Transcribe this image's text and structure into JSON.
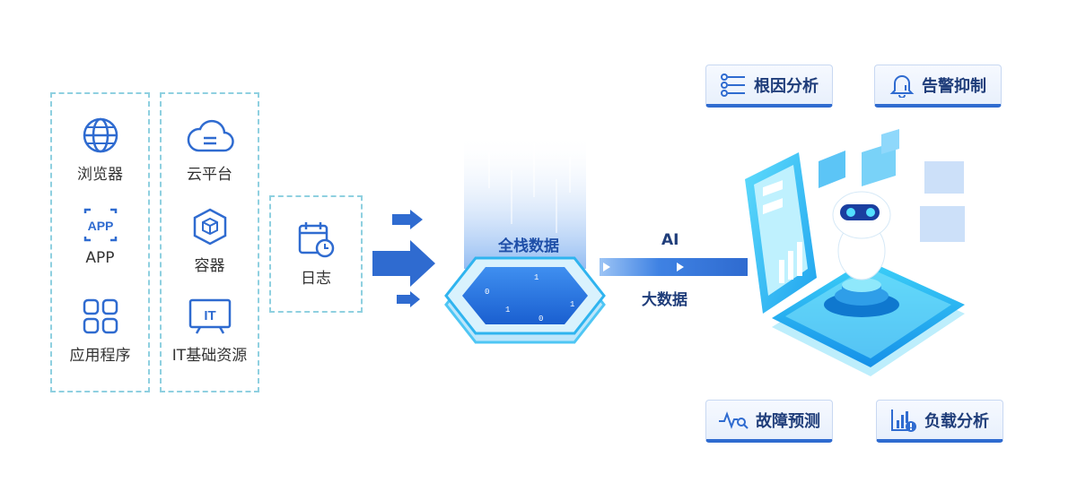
{
  "sources": {
    "col1": [
      {
        "label": "浏览器",
        "icon": "globe-icon"
      },
      {
        "label": "APP",
        "icon": "app-icon"
      },
      {
        "label": "应用程序",
        "icon": "apps-grid-icon"
      }
    ],
    "col2": [
      {
        "label": "云平台",
        "icon": "cloud-icon"
      },
      {
        "label": "容器",
        "icon": "container-icon"
      },
      {
        "label": "IT基础资源",
        "icon": "it-monitor-icon"
      }
    ],
    "log": {
      "label": "日志",
      "icon": "calendar-clock-icon"
    }
  },
  "center": {
    "label": "全栈数据"
  },
  "flow": {
    "top_label": "AI",
    "bottom_label": "大数据"
  },
  "outputs": [
    {
      "label": "根因分析",
      "icon": "tree-icon"
    },
    {
      "label": "告警抑制",
      "icon": "bell-icon"
    },
    {
      "label": "故障预测",
      "icon": "pulse-search-icon"
    },
    {
      "label": "负载分析",
      "icon": "bar-alert-icon"
    }
  ],
  "colors": {
    "accent": "#2f6bd0",
    "cyan": "#25b7f0",
    "dashed": "#8fd0e0"
  }
}
